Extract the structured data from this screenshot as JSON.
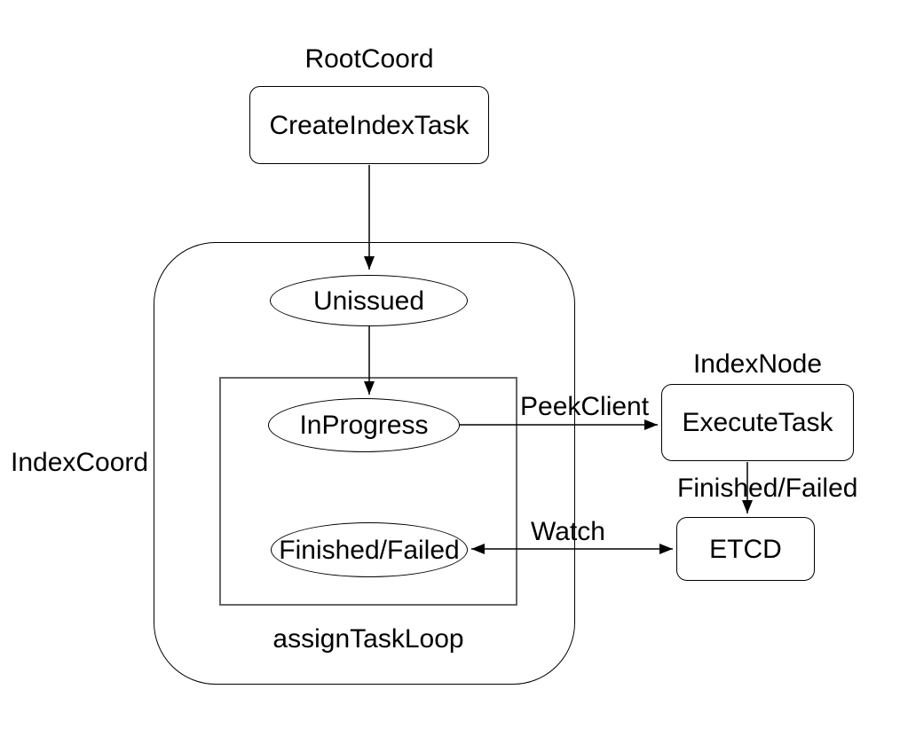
{
  "diagram": {
    "groups": {
      "root_coord": {
        "label": "RootCoord"
      },
      "index_coord": {
        "label": "IndexCoord"
      },
      "index_node": {
        "label": "IndexNode"
      },
      "assign_task_loop": {
        "label": "assignTaskLoop"
      }
    },
    "nodes": {
      "create_index_task": {
        "label": "CreateIndexTask",
        "shape": "rounded-rect"
      },
      "unissued": {
        "label": "Unissued",
        "shape": "ellipse"
      },
      "in_progress": {
        "label": "InProgress",
        "shape": "ellipse"
      },
      "finished_failed": {
        "label": "Finished/Failed",
        "shape": "ellipse"
      },
      "execute_task": {
        "label": "ExecuteTask",
        "shape": "rounded-rect"
      },
      "etcd": {
        "label": "ETCD",
        "shape": "rounded-rect"
      }
    },
    "edges": [
      {
        "from": "CreateIndexTask",
        "to": "Unissued",
        "label": "",
        "direction": "one-way"
      },
      {
        "from": "Unissued",
        "to": "InProgress",
        "label": "",
        "direction": "one-way"
      },
      {
        "from": "InProgress",
        "to": "ExecuteTask",
        "label": "PeekClient",
        "direction": "one-way"
      },
      {
        "from": "ExecuteTask",
        "to": "ETCD",
        "label": "Finished/Failed",
        "direction": "one-way"
      },
      {
        "from": "ETCD",
        "to": "Finished/Failed",
        "label": "Watch",
        "direction": "two-way"
      }
    ],
    "colors": {
      "stroke": "#000000",
      "loop_stroke": "#666666",
      "text": "#000000",
      "background": "#ffffff"
    }
  }
}
